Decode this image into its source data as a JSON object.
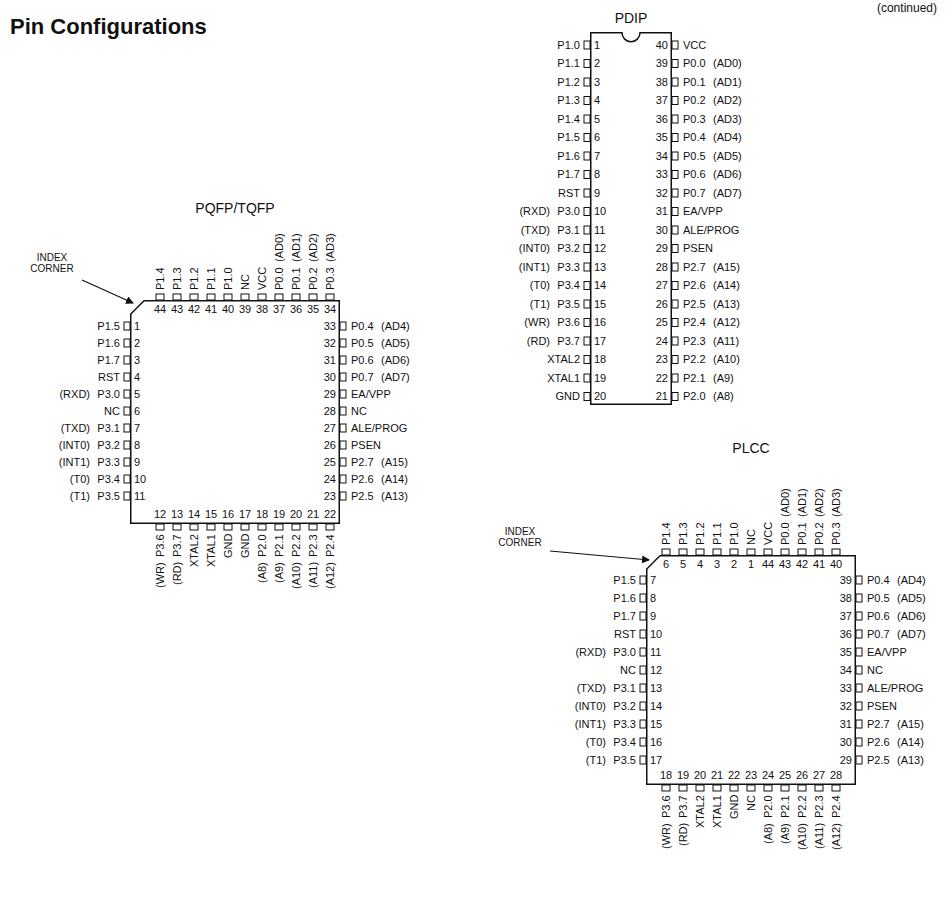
{
  "diagram": {
    "title": "Pin Configurations",
    "nodes": [
      {
        "text": [
          "PDIP"
        ]
      },
      {
        "text": [
          "PQFP/TQFP"
        ]
      },
      {
        "text": [
          "PLCC"
        ]
      }
    ],
    "labels": [
      "(continued)",
      "1",
      "P1.0",
      "2",
      "P1.1",
      "3",
      "P1.2",
      "4",
      "P1.3",
      "5",
      "P1.4",
      "6",
      "P1.5",
      "7",
      "P1.6",
      "8",
      "P1.7",
      "9",
      "RST",
      "10",
      "P3.0",
      "(RXD)",
      "11",
      "P3.1",
      "(TXD)",
      "12",
      "P3.2",
      "(INT0)",
      "13",
      "P3.3",
      "(INT1)",
      "14",
      "P3.4",
      "(T0)",
      "15",
      "P3.5",
      "(T1)",
      "16",
      "P3.6",
      "(WR)",
      "17",
      "P3.7",
      "(RD)",
      "18",
      "XTAL2",
      "19",
      "XTAL1",
      "20",
      "GND",
      "21",
      "P2.0",
      "(A8)",
      "22",
      "P2.1",
      "(A9)",
      "23",
      "P2.2",
      "(A10)",
      "24",
      "P2.3",
      "(A11)",
      "25",
      "P2.4",
      "(A12)",
      "26",
      "P2.5",
      "(A13)",
      "27",
      "P2.6",
      "(A14)",
      "28",
      "P2.7",
      "(A15)",
      "29",
      "PSEN",
      "30",
      "ALE/PROG",
      "31",
      "EA/VPP",
      "32",
      "P0.7",
      "(AD7)",
      "33",
      "P0.6",
      "(AD6)",
      "34",
      "P0.5",
      "(AD5)",
      "35",
      "P0.4",
      "(AD4)",
      "36",
      "P0.3",
      "(AD3)",
      "37",
      "P0.2",
      "(AD2)",
      "38",
      "P0.1",
      "(AD1)",
      "39",
      "P0.0",
      "(AD0)",
      "40",
      "VCC",
      "INDEX CORNER",
      "1",
      "P1.5",
      "2",
      "P1.6",
      "3",
      "P1.7",
      "4",
      "RST",
      "5",
      "P3.0",
      "(RXD)",
      "6",
      "NC",
      "7",
      "P3.1",
      "(TXD)",
      "8",
      "P3.2",
      "(INT0)",
      "9",
      "P3.3",
      "(INT1)",
      "10",
      "P3.4",
      "(T0)",
      "11",
      "P3.5",
      "(T1)",
      "12",
      "P3.6",
      "(WR)",
      "13",
      "P3.7",
      "(RD)",
      "14",
      "XTAL2",
      "15",
      "XTAL1",
      "16",
      "GND",
      "17",
      "GND",
      "18",
      "P2.0",
      "(A8)",
      "19",
      "P2.1",
      "(A9)",
      "20",
      "P2.2",
      "(A10)",
      "21",
      "P2.3",
      "(A11)",
      "22",
      "P2.4",
      "(A12)",
      "23",
      "P2.5",
      "(A13)",
      "24",
      "P2.6",
      "(A14)",
      "25",
      "P2.7",
      "(A15)",
      "26",
      "PSEN",
      "27",
      "ALE/PROG",
      "28",
      "NC",
      "29",
      "EA/VPP",
      "30",
      "P0.7",
      "(AD7)",
      "31",
      "P0.6",
      "(AD6)",
      "32",
      "P0.5",
      "(AD5)",
      "33",
      "P0.4",
      "(AD4)",
      "34",
      "P0.3",
      "(AD3)",
      "35",
      "P0.2",
      "(AD2)",
      "36",
      "P0.1",
      "(AD1)",
      "37",
      "P0.0",
      "(AD0)",
      "38",
      "VCC",
      "39",
      "NC",
      "40",
      "P1.0",
      "41",
      "P1.1",
      "42",
      "P1.2",
      "43",
      "P1.3",
      "44",
      "P1.4",
      "INDEX CORNER",
      "1",
      "NC",
      "2",
      "P1.0",
      "3",
      "P1.1",
      "4",
      "P1.2",
      "5",
      "P1.3",
      "6",
      "P1.4",
      "7",
      "P1.5",
      "8",
      "P1.6",
      "9",
      "P1.7",
      "10",
      "RST",
      "11",
      "P3.0",
      "(RXD)",
      "12",
      "NC",
      "13",
      "P3.1",
      "(TXD)",
      "14",
      "P3.2",
      "(INT0)",
      "15",
      "P3.3",
      "(INT1)",
      "16",
      "P3.4",
      "(T0)",
      "17",
      "P3.5",
      "(T1)",
      "18",
      "P3.6",
      "(WR)",
      "19",
      "P3.7",
      "(RD)",
      "20",
      "XTAL2",
      "21",
      "XTAL1",
      "22",
      "GND",
      "23",
      "NC",
      "24",
      "P2.0",
      "(A8)",
      "25",
      "P2.1",
      "(A9)",
      "26",
      "P2.2",
      "(A10)",
      "27",
      "P2.3",
      "(A11)",
      "28",
      "P2.4",
      "(A12)",
      "29",
      "P2.5",
      "(A13)",
      "30",
      "P2.6",
      "(A14)",
      "31",
      "P2.7",
      "(A15)",
      "32",
      "PSEN",
      "33",
      "ALE/PROG",
      "34",
      "NC",
      "35",
      "EA/VPP",
      "36",
      "P0.7",
      "(AD7)",
      "37",
      "P0.6",
      "(AD6)",
      "38",
      "P0.5",
      "(AD5)",
      "39",
      "P0.4",
      "(AD4)",
      "40",
      "P0.3",
      "(AD3)",
      "41",
      "P0.2",
      "(AD2)",
      "42",
      "P0.1",
      "(AD1)",
      "43",
      "P0.0",
      "(AD0)",
      "44",
      "VCC"
    ]
  }
}
